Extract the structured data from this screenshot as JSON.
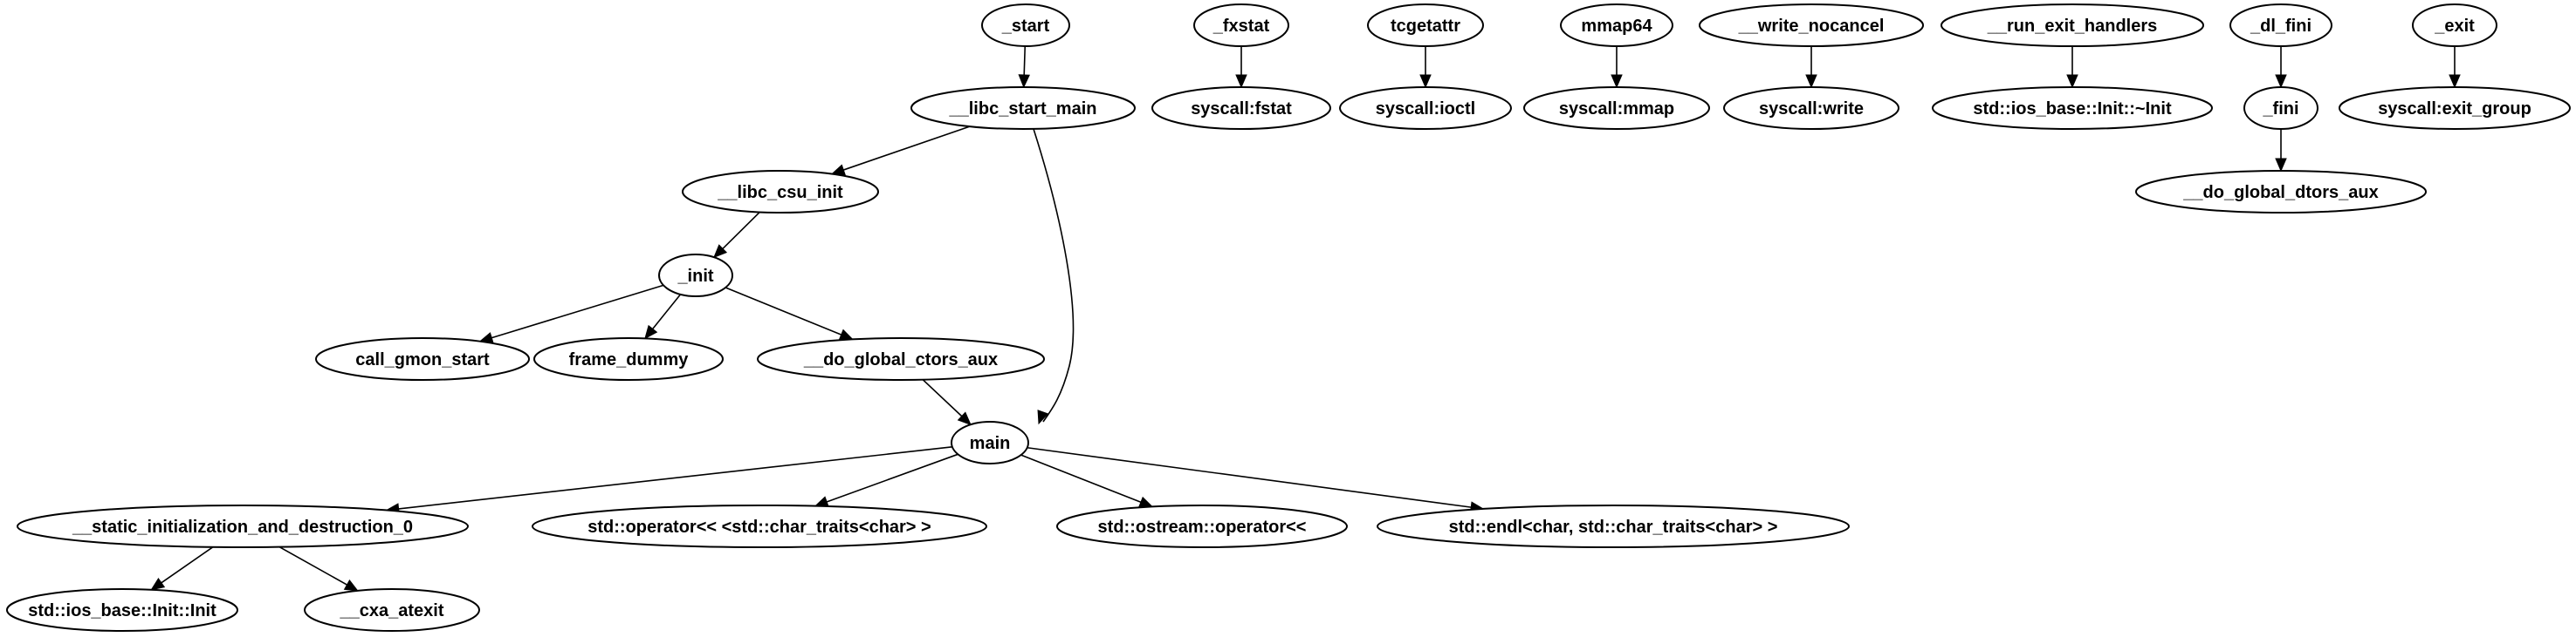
{
  "graph": {
    "nodes": [
      {
        "id": "start",
        "label": "_start"
      },
      {
        "id": "fxstat",
        "label": "_fxstat"
      },
      {
        "id": "tcgetattr",
        "label": "tcgetattr"
      },
      {
        "id": "mmap64",
        "label": "mmap64"
      },
      {
        "id": "write_nocancel",
        "label": "__write_nocancel"
      },
      {
        "id": "run_exit_handlers",
        "label": "__run_exit_handlers"
      },
      {
        "id": "dl_fini",
        "label": "_dl_fini"
      },
      {
        "id": "exit",
        "label": "_exit"
      },
      {
        "id": "libc_start_main",
        "label": "__libc_start_main"
      },
      {
        "id": "sys_fstat",
        "label": "syscall:fstat"
      },
      {
        "id": "sys_ioctl",
        "label": "syscall:ioctl"
      },
      {
        "id": "sys_mmap",
        "label": "syscall:mmap"
      },
      {
        "id": "sys_write",
        "label": "syscall:write"
      },
      {
        "id": "ios_init_dtor",
        "label": "std::ios_base::Init::~Init"
      },
      {
        "id": "fini",
        "label": "_fini"
      },
      {
        "id": "sys_exit_group",
        "label": "syscall:exit_group"
      },
      {
        "id": "libc_csu_init",
        "label": "__libc_csu_init"
      },
      {
        "id": "do_global_dtors_aux",
        "label": "__do_global_dtors_aux"
      },
      {
        "id": "init",
        "label": "_init"
      },
      {
        "id": "call_gmon_start",
        "label": "call_gmon_start"
      },
      {
        "id": "frame_dummy",
        "label": "frame_dummy"
      },
      {
        "id": "do_global_ctors_aux",
        "label": "__do_global_ctors_aux"
      },
      {
        "id": "main",
        "label": "main"
      },
      {
        "id": "static_init",
        "label": "__static_initialization_and_destruction_0"
      },
      {
        "id": "op_shift_str",
        "label": "std::operator<< <std::char_traits<char> >"
      },
      {
        "id": "ostream_op",
        "label": "std::ostream::operator<<"
      },
      {
        "id": "endl",
        "label": "std::endl<char, std::char_traits<char> >"
      },
      {
        "id": "ios_init",
        "label": "std::ios_base::Init::Init"
      },
      {
        "id": "cxa_atexit",
        "label": "__cxa_atexit"
      }
    ],
    "edges": [
      {
        "from": "start",
        "to": "libc_start_main"
      },
      {
        "from": "fxstat",
        "to": "sys_fstat"
      },
      {
        "from": "tcgetattr",
        "to": "sys_ioctl"
      },
      {
        "from": "mmap64",
        "to": "sys_mmap"
      },
      {
        "from": "write_nocancel",
        "to": "sys_write"
      },
      {
        "from": "run_exit_handlers",
        "to": "ios_init_dtor"
      },
      {
        "from": "dl_fini",
        "to": "fini"
      },
      {
        "from": "exit",
        "to": "sys_exit_group"
      },
      {
        "from": "fini",
        "to": "do_global_dtors_aux"
      },
      {
        "from": "libc_start_main",
        "to": "libc_csu_init"
      },
      {
        "from": "libc_start_main",
        "to": "main"
      },
      {
        "from": "libc_csu_init",
        "to": "init"
      },
      {
        "from": "init",
        "to": "call_gmon_start"
      },
      {
        "from": "init",
        "to": "frame_dummy"
      },
      {
        "from": "init",
        "to": "do_global_ctors_aux"
      },
      {
        "from": "do_global_ctors_aux",
        "to": "main"
      },
      {
        "from": "main",
        "to": "static_init"
      },
      {
        "from": "main",
        "to": "op_shift_str"
      },
      {
        "from": "main",
        "to": "ostream_op"
      },
      {
        "from": "main",
        "to": "endl"
      },
      {
        "from": "static_init",
        "to": "ios_init"
      },
      {
        "from": "static_init",
        "to": "cxa_atexit"
      }
    ]
  }
}
